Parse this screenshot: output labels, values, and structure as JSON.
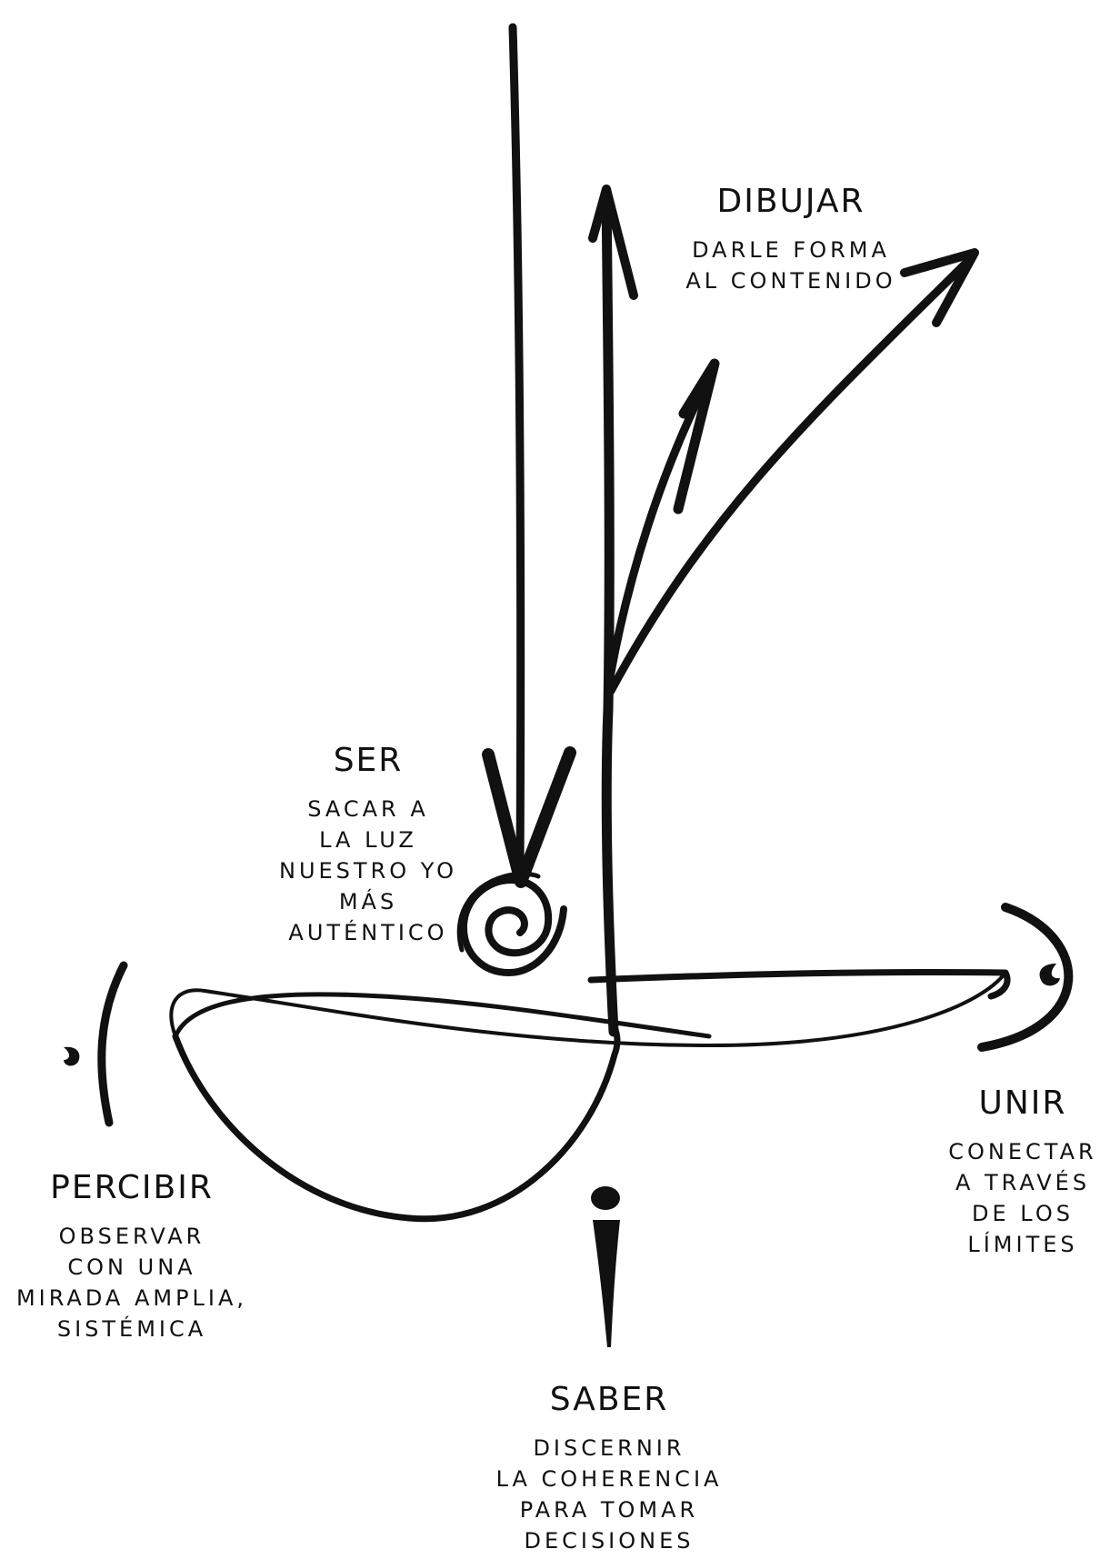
{
  "diagram": {
    "dibujar": {
      "title": "DIBUJAR",
      "desc": "DARLE FORMA\nAL CONTENIDO"
    },
    "ser": {
      "title": "SER",
      "desc": "SACAR A\nLA LUZ\nNUESTRO YO\nMÁS\nAUTÉNTICO"
    },
    "unir": {
      "title": "UNIR",
      "desc": "CONECTAR\nA TRAVÉS\nDE LOS\nLÍMITES"
    },
    "percibir": {
      "title": "PERCIBIR",
      "desc": "OBSERVAR\nCON UNA\nMIRADA AMPLIA,\nSISTÉMICA"
    },
    "saber": {
      "title": "SABER",
      "desc": "DISCERNIR\nLA COHERENCIA\nPARA TOMAR\nDECISIONES"
    }
  }
}
